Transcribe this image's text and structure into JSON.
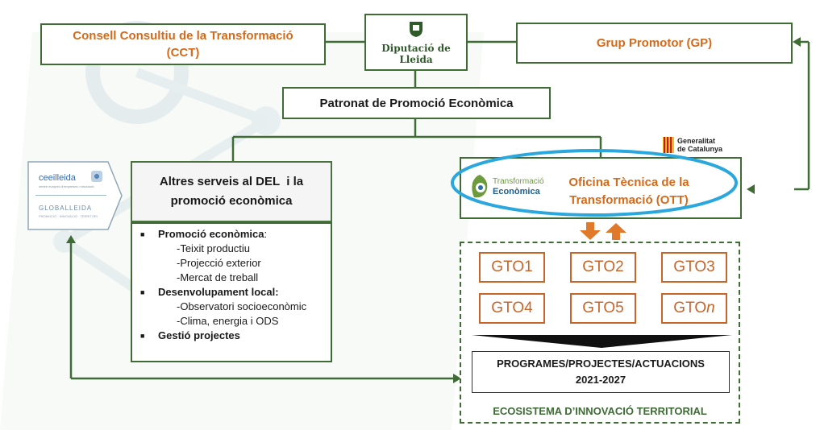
{
  "top": {
    "cct_line1": "Consell Consultiu de la Transformació",
    "cct_line2": "(CCT)",
    "diputacio": "Diputació de Lleida",
    "gp": "Grup Promotor (GP)"
  },
  "patronat": "Patronat de Promoció Econòmica",
  "logos": {
    "ceeilleida": "ceeilleida",
    "ceeilleida_sub": "centre europeu d'empreses i innovació",
    "globalleida": "GLOBALLEIDA",
    "globalleida_sub": "PROMOCIÓ · INNOVACIÓ · TERRITORI",
    "generalitat_line1": "Generalitat",
    "generalitat_line2": "de Catalunya",
    "te_line1": "Transformació",
    "te_line2": "Econòmica"
  },
  "altres": {
    "line1": "Altres serveis al DEL  i la",
    "line2": "promoció econòmica"
  },
  "ott": {
    "line1": "Oficina Tècnica de la",
    "line2": "Transformació (OTT)"
  },
  "list": {
    "promocio_title": "Promoció econòmica",
    "promocio_items": [
      "-Teixit productiu",
      "-Projecció exterior",
      "-Mercat de treball"
    ],
    "desenv_title": "Desenvolupament local:",
    "desenv_items": [
      "-Observatori socioeconòmic",
      "-Clima, energia i ODS"
    ],
    "gestio_title": "Gestió projectes"
  },
  "gtos": [
    "GTO1",
    "GTO2",
    "GTO3",
    "GTO4",
    "GTO5",
    "GTO"
  ],
  "gto_n": "n",
  "programes": {
    "line1": "PROGRAMES/PROJECTES/ACTUACIONS",
    "line2": "2021-2027"
  },
  "ecosistema": "ECOSISTEMA D’INNOVACIÓ TERRITORIAL",
  "colors": {
    "green": "#3f6b35",
    "orange": "#d46a1a",
    "highlight": "#2aa7dc",
    "arrow": "#e07a2a"
  }
}
